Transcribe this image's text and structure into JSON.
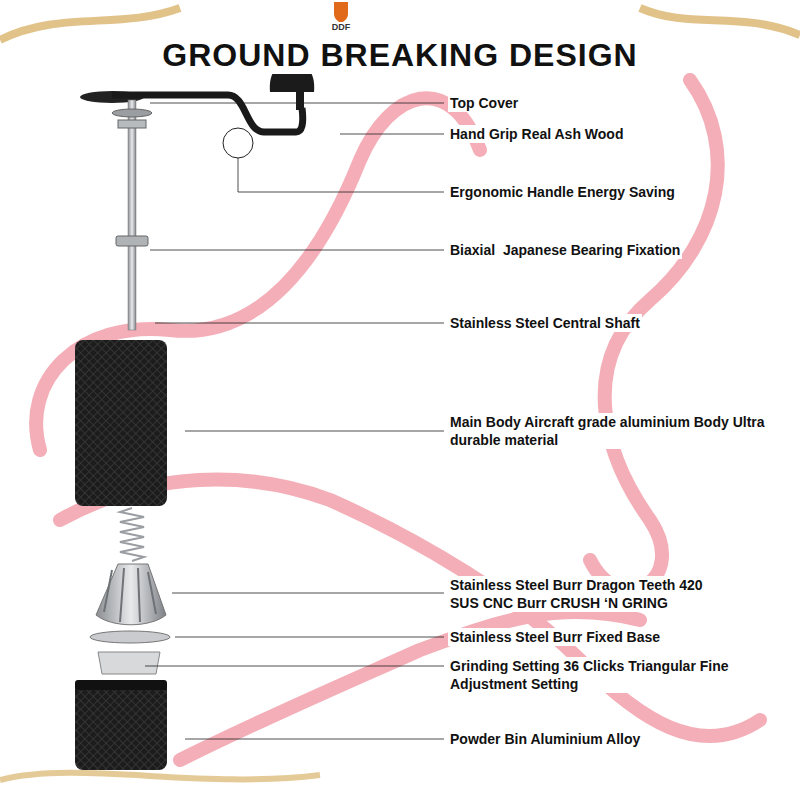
{
  "diagram": {
    "title": "GROUND BREAKING DESIGN",
    "labels": [
      "DDF",
      "Top Cover",
      "Hand Grip Real Ash Wood",
      "Ergonomic Handle Energy Saving",
      "Biaxial  Japanese Bearing Fixation",
      "Stainless Steel Central Shaft",
      "Main Body Aircraft grade aluminium Body Ultra durable material",
      "Stainless Steel Burr Dragon Teeth 420 SUS CNC Burr CRUSH ‘N GRING",
      "Stainless Steel Burr Fixed Base",
      "Grinding Setting 36 Clicks Triangular Fine Adjustment Setting",
      "Powder Bin Aluminium Alloy"
    ]
  }
}
